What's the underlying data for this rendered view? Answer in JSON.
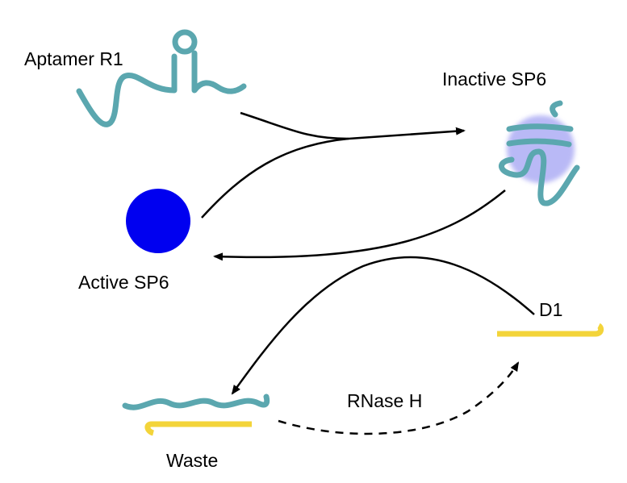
{
  "labels": {
    "aptamer": "Aptamer R1",
    "inactive": "Inactive SP6",
    "active": "Active SP6",
    "d1": "D1",
    "rnase": "RNase H",
    "waste": "Waste"
  },
  "colors": {
    "rna": "#5ba7af",
    "dna": "#f3d43a",
    "active_sp6": "#0000f0",
    "inactive_sp6": "#b9b9f6",
    "arrow": "#000000"
  }
}
